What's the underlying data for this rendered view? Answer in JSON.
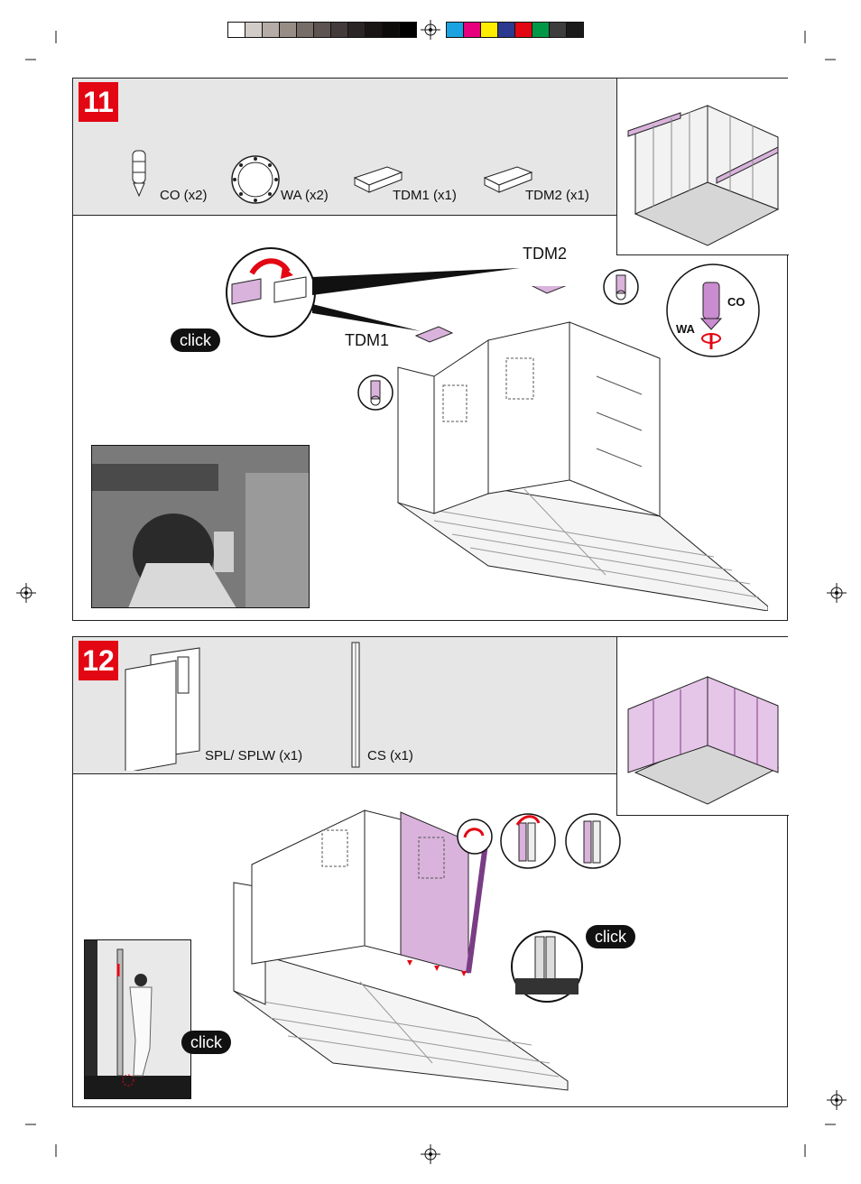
{
  "color_bar": {
    "grays": [
      "#ffffff",
      "#d2ccc8",
      "#b5aca7",
      "#978c86",
      "#776d68",
      "#5d5351",
      "#433b3a",
      "#2c2525",
      "#1a1515",
      "#0d0a0a",
      "#000000"
    ],
    "colors": [
      "#1aa3e0",
      "#e6007e",
      "#ffed00",
      "#2b3990",
      "#e30613",
      "#009846",
      "#3d3d3d",
      "#1a1a1a"
    ]
  },
  "step11": {
    "number": "11",
    "parts": [
      {
        "code": "CO (x2)",
        "icon": "connector-icon"
      },
      {
        "code": "WA (x2)",
        "icon": "washer-icon"
      },
      {
        "code": "TDM1 (x1)",
        "icon": "tdm1-bracket-icon"
      },
      {
        "code": "TDM2 (x1)",
        "icon": "tdm2-bracket-icon"
      }
    ],
    "callouts": {
      "tdm2": "TDM2",
      "tdm1": "TDM1",
      "click": "click",
      "co": "CO",
      "wa": "WA"
    }
  },
  "step12": {
    "number": "12",
    "parts": [
      {
        "code": "SPL/ SPLW (x1)",
        "icon": "side-panel-icon"
      },
      {
        "code": "CS (x1)",
        "icon": "corner-strip-icon"
      }
    ],
    "callouts": {
      "click_top": "click",
      "click_photo": "click"
    }
  },
  "colors": {
    "accent": "#e30613",
    "highlight": "#d9b3dc",
    "header_bg": "#e6e6e6"
  }
}
